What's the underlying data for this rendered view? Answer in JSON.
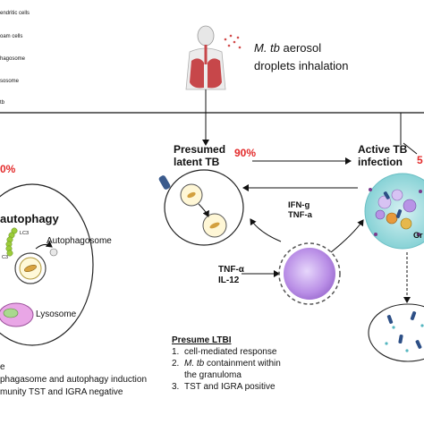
{
  "legend": [
    "endritic cells",
    "oam cells",
    "hagosome",
    "sosome",
    "tb"
  ],
  "header": {
    "organism": "M. tb",
    "line1_rest": " aerosol",
    "line2": "droplets  inhalation"
  },
  "stages": {
    "left": {
      "pct": "0%",
      "autophagy": "autophagy",
      "lc3_a": "LC3",
      "lc3_b": "C3",
      "autophagosome": "Autophagosome",
      "lysosome": "Lysosome",
      "notes": [
        "e",
        "phagasome and autophagy induction",
        "munity TST and IGRA negative"
      ]
    },
    "latent": {
      "title_line1": "Presumed",
      "title_line2": "latent TB",
      "pct": "90%",
      "cyto1_a": "IFN-g",
      "cyto1_b": "TNF-a",
      "cyto2_a": "TNF-α",
      "cyto2_b": "IL-12",
      "box_title": "Presume LTBI",
      "notes": [
        {
          "num": "1.",
          "text": "cell-mediated response"
        },
        {
          "num": "2.",
          "text_italic": "M. tb",
          "text": " containment within"
        },
        {
          "num": "",
          "text": "the granuloma"
        },
        {
          "num": "3.",
          "text": "TST and IGRA positive"
        }
      ]
    },
    "active": {
      "title_line1": "Active TB",
      "title_line2": "infection",
      "pct": "5",
      "gran_label": "Gr"
    }
  },
  "colors": {
    "accent_red": "#e32b2b",
    "lung_red": "#b83a3a",
    "macrophage_purple": "#b793e8",
    "granuloma_teal": "#8fd3d6"
  }
}
